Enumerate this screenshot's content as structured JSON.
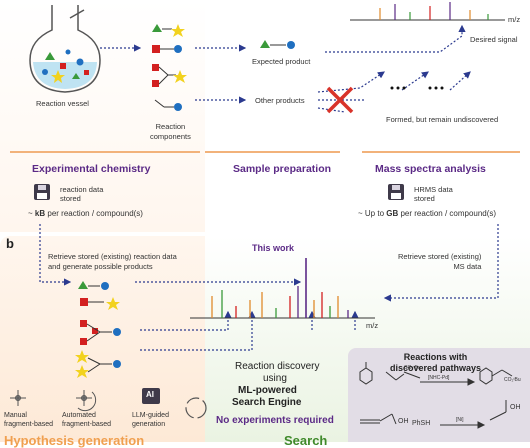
{
  "panel_a": {
    "reaction_vessel": "Reaction vessel",
    "reaction_components": "Reaction\ncomponents",
    "expected_product": "Expected product",
    "other_products": "Other products",
    "desired_signal": "Desired signal",
    "undiscovered": "Formed, but remain undiscovered",
    "mz_label": "m/z"
  },
  "sections": {
    "experimental": "Experimental chemistry",
    "sample_prep": "Sample preparation",
    "mass_spectra": "Mass spectra analysis"
  },
  "storage": {
    "reaction_data": "reaction data\nstored",
    "reaction_size_pre": "~ ",
    "reaction_size_unit": "kB",
    "reaction_size_post": " per reaction / compound(s)",
    "hrms_data": "HRMS data\nstored",
    "hrms_size_pre": "~ Up to ",
    "hrms_size_unit": "GB",
    "hrms_size_post": " per reaction / compound(s)"
  },
  "panel_b": {
    "label": "b",
    "retrieve_reaction": "Retrieve stored (existing) reaction data\nand generate possible products",
    "this_work": "This work",
    "retrieve_ms": "Retrieve stored (existing)\nMS data",
    "mz_label": "m/z",
    "discovery_line1": "Reaction discovery",
    "discovery_line2": "using",
    "discovery_line3": "ML-powered",
    "discovery_line4": "Search Engine",
    "no_experiments": "No experiments required",
    "manual": "Manual\nfragment-based",
    "automated": "Automated\nfragment-based",
    "llm": "LLM-guided\ngeneration",
    "llm_icon_text": "AI",
    "hypothesis_title": "Hypothesis generation",
    "search_title": "Search",
    "reactions_title": "Reactions with\ndiscovered pathways",
    "reagent_nhc": "[NHC-Pd]",
    "reagent_ni": "[Ni]",
    "phsh": "PhSH",
    "oh": "OH",
    "co2tbu": "CO₂ᵗBu"
  },
  "colors": {
    "accent_blue": "#2b3a8f",
    "purple": "#5b2a86",
    "green": "#3f8a2b",
    "red_cross": "#d8332a",
    "orange_title": "#f0a050"
  },
  "icons": [
    "flask-icon",
    "floppy-disk-icon",
    "cross-icon",
    "refresh-icon",
    "ai-chip-icon"
  ]
}
